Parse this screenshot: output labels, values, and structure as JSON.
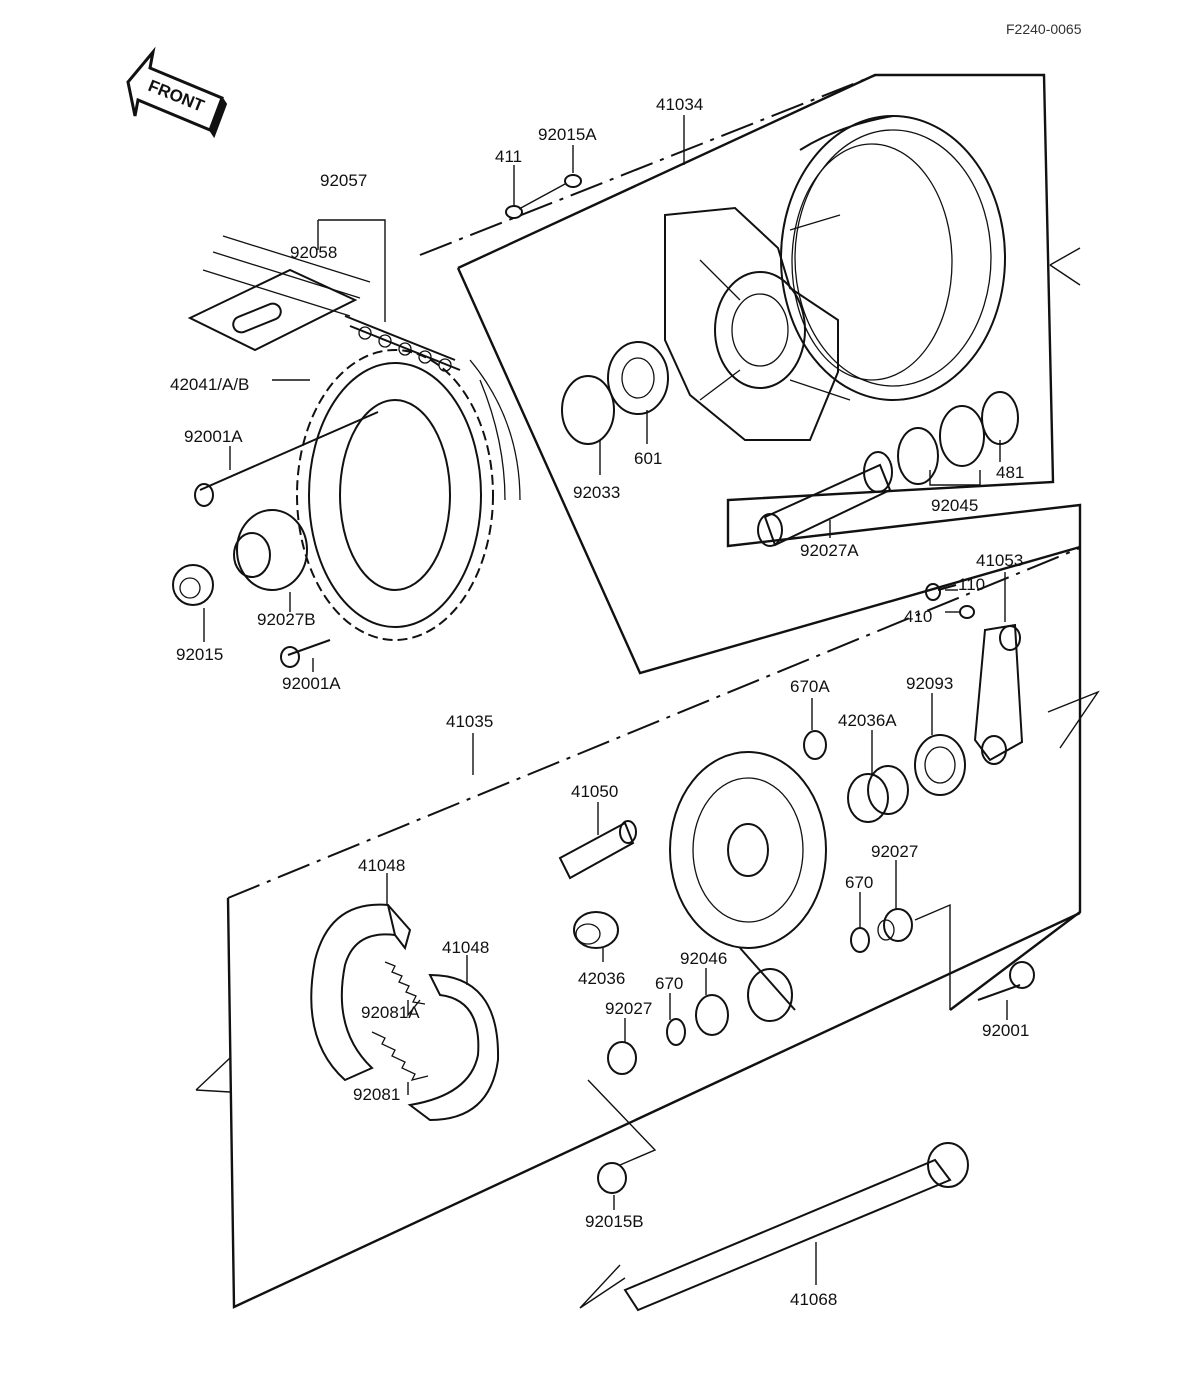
{
  "diagram": {
    "code": "F2240-0065",
    "front_label": "FRONT",
    "labels": {
      "p41034": "41034",
      "p92015A": "92015A",
      "p411": "411",
      "p92057": "92057",
      "p92058": "92058",
      "p42041": "42041/A/B",
      "p92001A_top": "92001A",
      "p92033": "92033",
      "p601": "601",
      "p481": "481",
      "p92045": "92045",
      "p92027A": "92027A",
      "p92027B": "92027B",
      "p92015": "92015",
      "p92001A_bottom": "92001A",
      "p41053": "41053",
      "p110": "110",
      "p410": "410",
      "p670A": "670A",
      "p92093": "92093",
      "p42036A": "42036A",
      "p41035": "41035",
      "p41050": "41050",
      "p41048_upper": "41048",
      "p41048_lower": "41048",
      "p92027_right": "92027",
      "p670_right": "670",
      "p42036": "42036",
      "p92046": "92046",
      "p670_left": "670",
      "p92027_left": "92027",
      "p92081A": "92081A",
      "p92081": "92081",
      "p92001": "92001",
      "p92015B": "92015B",
      "p41068": "41068"
    }
  }
}
